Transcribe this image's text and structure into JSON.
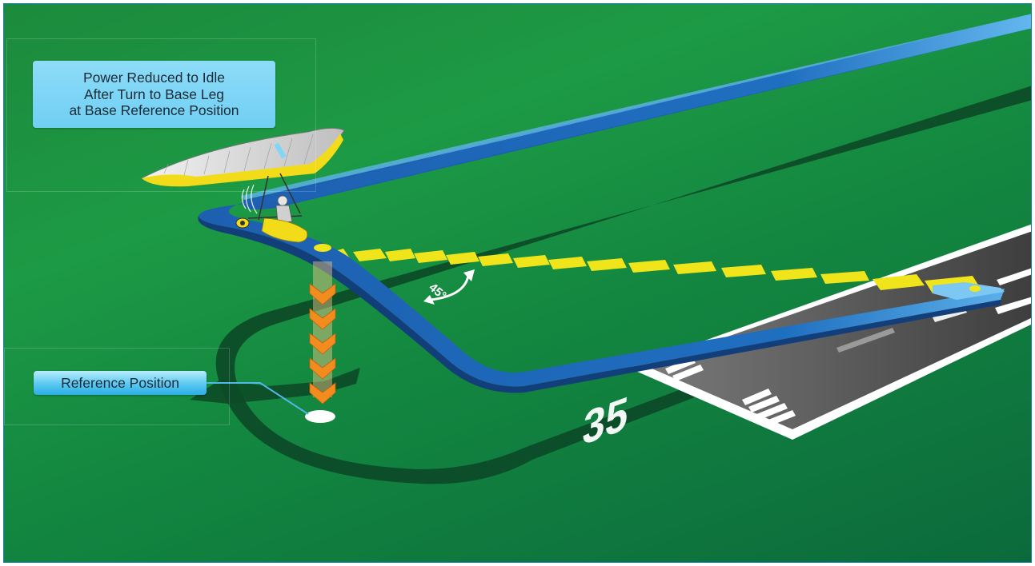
{
  "callouts": {
    "power": {
      "line1": "Power Reduced to Idle",
      "line2": "After Turn to Base Leg",
      "line3": "at Base Reference Position"
    },
    "reference": "Reference Position"
  },
  "angle_label": "45°",
  "runway_number": "35",
  "colors": {
    "ground": "#1d9a45",
    "flight_path": "#1e64b4",
    "shadow_path": "#0f4a28",
    "centerline_stripes": "#f0e51a",
    "descent_chevrons": "#f28c1e",
    "callout_fill": "#7fd6f6",
    "runway": "#4a4a4a"
  },
  "icons": [
    "ultralight-trike-icon",
    "curved-arrow-icon",
    "chevron-down-icon"
  ]
}
